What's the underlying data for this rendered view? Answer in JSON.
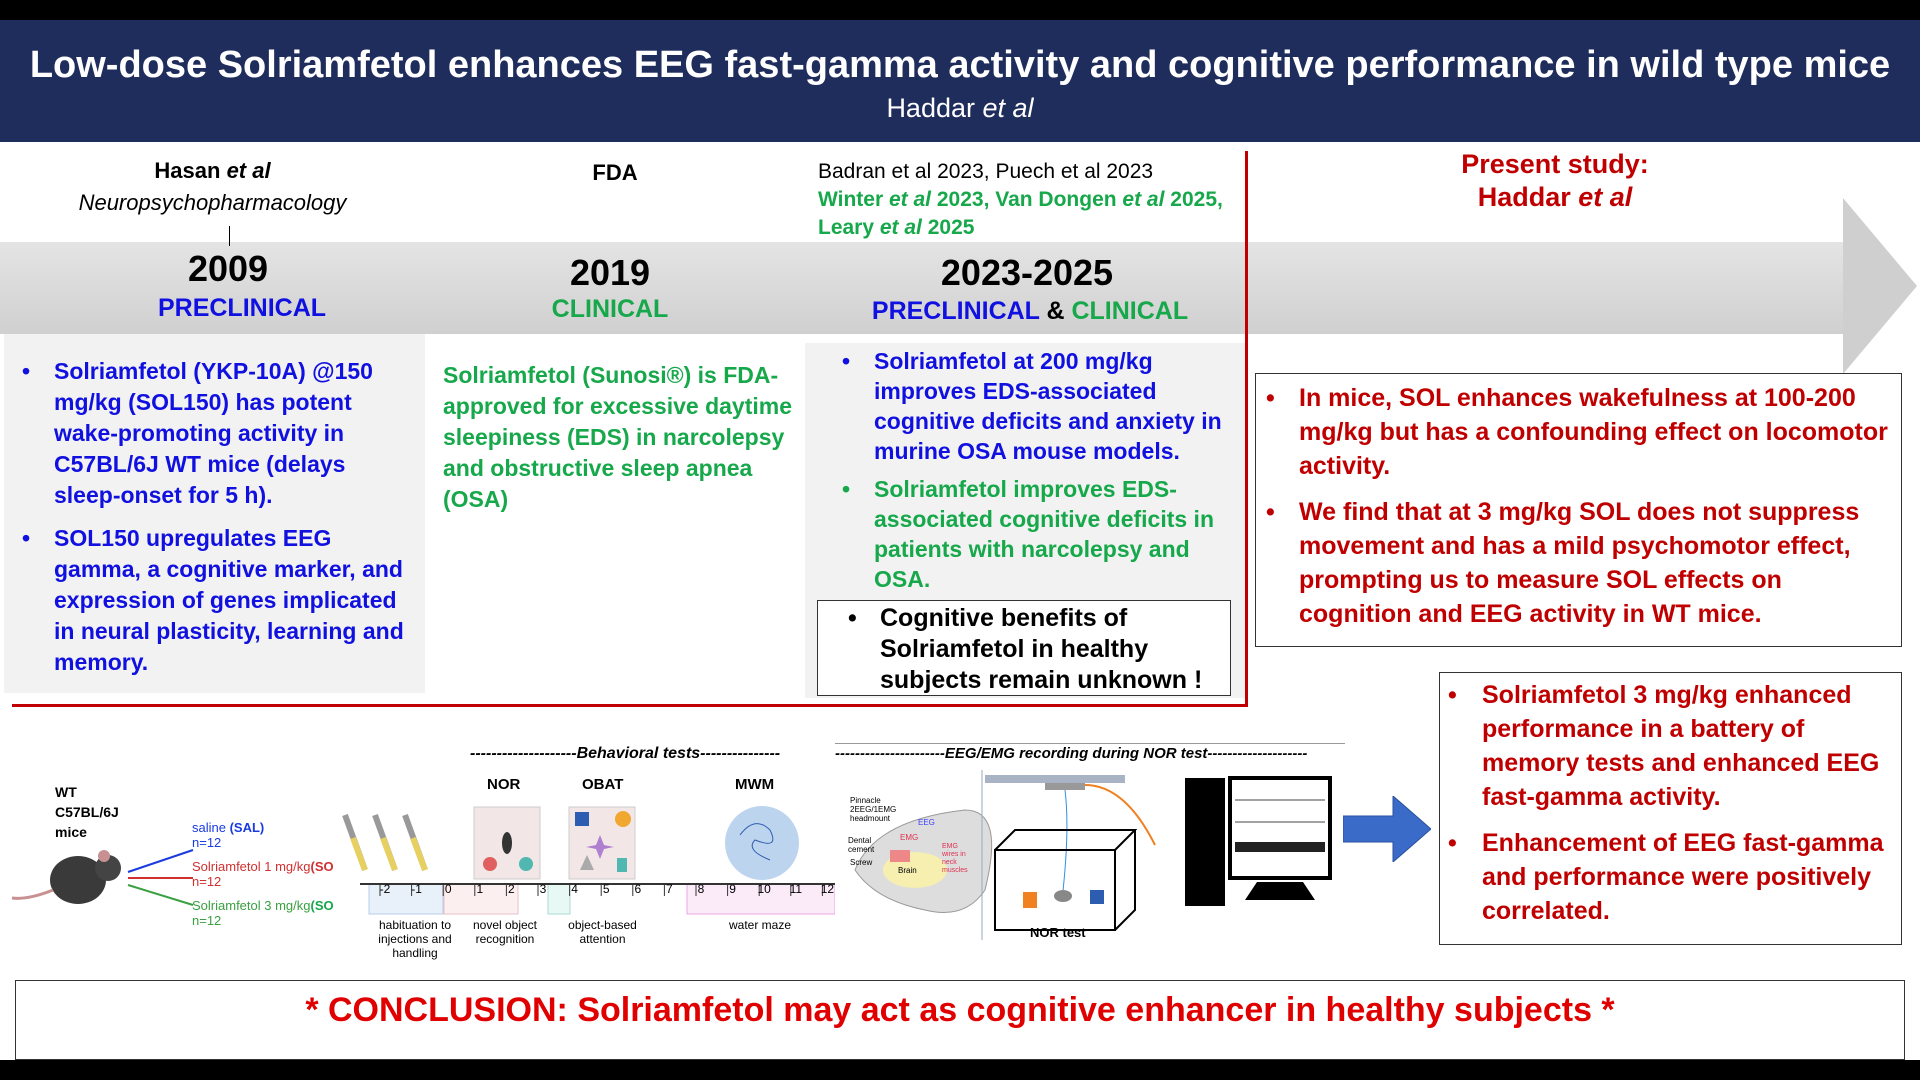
{
  "header": {
    "title": "Low-dose Solriamfetol enhances EEG fast-gamma activity and cognitive performance in wild type mice",
    "authors_name": "Haddar",
    "authors_etal": " et al"
  },
  "timeline": [
    {
      "ref_name": "Hasan",
      "ref_etal": " et al",
      "ref_journal": "Neuropsychopharmacology",
      "year": "2009",
      "phase": "PRECLINICAL"
    },
    {
      "ref_name": "FDA",
      "year": "2019",
      "phase": "CLINICAL"
    },
    {
      "ref_line1": "Badran et al 2023, Puech et al 2023",
      "ref_line2a": "Winter ",
      "ref_line2b": "et al",
      "ref_line2c": " 2023, Van Dongen ",
      "ref_line2d": "et al",
      "ref_line2e": " 2025,",
      "ref_line3a": "Leary ",
      "ref_line3b": "et al",
      "ref_line3c": " 2025",
      "year": "2023-2025",
      "phase_a": "PRECLINICAL",
      "phase_amp": " & ",
      "phase_b": "CLINICAL"
    }
  ],
  "present": {
    "line1": "Present study:",
    "line2a": "Haddar ",
    "line2b": "et al"
  },
  "col1": [
    "Solriamfetol (YKP-10A) @150 mg/kg (SOL150) has potent wake-promoting activity in C57BL/6J WT mice (delays sleep-onset for 5 h).",
    "SOL150 upregulates EEG gamma, a cognitive marker, and expression of genes implicated in neural plasticity, learning and memory."
  ],
  "col2": "Solriamfetol (Sunosi®) is FDA-approved for excessive daytime sleepiness (EDS) in narcolepsy and obstructive sleep apnea (OSA)",
  "col3": {
    "preclinical": "Solriamfetol at 200 mg/kg improves EDS-associated cognitive deficits and anxiety in murine OSA mouse models.",
    "clinical": "Solriamfetol improves EDS-associated cognitive deficits in patients with narcolepsy and OSA.",
    "unknown": "Cognitive benefits of Solriamfetol in healthy subjects remain unknown !"
  },
  "right_box1": [
    "In mice, SOL enhances wakefulness at 100-200 mg/kg but has a confounding effect on locomotor activity.",
    "We find that at 3 mg/kg SOL does not suppress movement and has a mild psychomotor effect, prompting us to measure SOL effects on cognition and EEG activity in WT mice."
  ],
  "right_box2": [
    "Solriamfetol 3 mg/kg enhanced performance in a battery of memory tests and enhanced EEG fast-gamma activity.",
    "Enhancement of EEG fast-gamma and performance were positively correlated."
  ],
  "design": {
    "mice": [
      "WT",
      "C57BL/6J",
      "mice"
    ],
    "groups": [
      {
        "label": "saline",
        "tag": "(SAL)",
        "n": "n=12",
        "color": "#1a3be0"
      },
      {
        "label": "Solriamfetol 1 mg/kg",
        "tag": "(SO",
        "n": "n=12",
        "color": "#d03030"
      },
      {
        "label": "Solriamfetol 3 mg/kg",
        "tag": "(SO",
        "n": "n=12",
        "color": "#3aa040"
      }
    ],
    "behavioral_header": "--------------------Behavioral tests---------------",
    "eeg_header": "----------------------EEG/EMG recording during NOR test--------------------",
    "tests": [
      "NOR",
      "OBAT",
      "MWM"
    ],
    "days": [
      "-2",
      "-1",
      "0",
      "1",
      "2",
      "3",
      "4",
      "5",
      "6",
      "7",
      "8",
      "9",
      "10",
      "11",
      "12"
    ],
    "phases": [
      "habituation to injections and handling",
      "novel object recognition",
      "object-based attention",
      "water maze"
    ],
    "headmount_labels": [
      "Pinnacle 2EEG/1EMG headmount",
      "EEG",
      "EMG",
      "Dental cement",
      "Screw",
      "Brain",
      "EMG wires in neck muscles"
    ],
    "nor_test": "NOR test"
  },
  "conclusion": "* CONCLUSION: Solriamfetol may act as cognitive enhancer in healthy subjects *"
}
